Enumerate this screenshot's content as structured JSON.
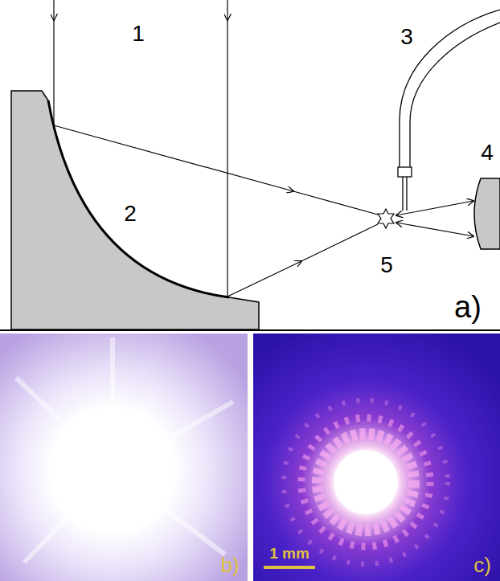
{
  "diagram": {
    "labels": [
      "1",
      "2",
      "3",
      "4",
      "5",
      "a)",
      "b)",
      "c)",
      "1 mm"
    ]
  }
}
